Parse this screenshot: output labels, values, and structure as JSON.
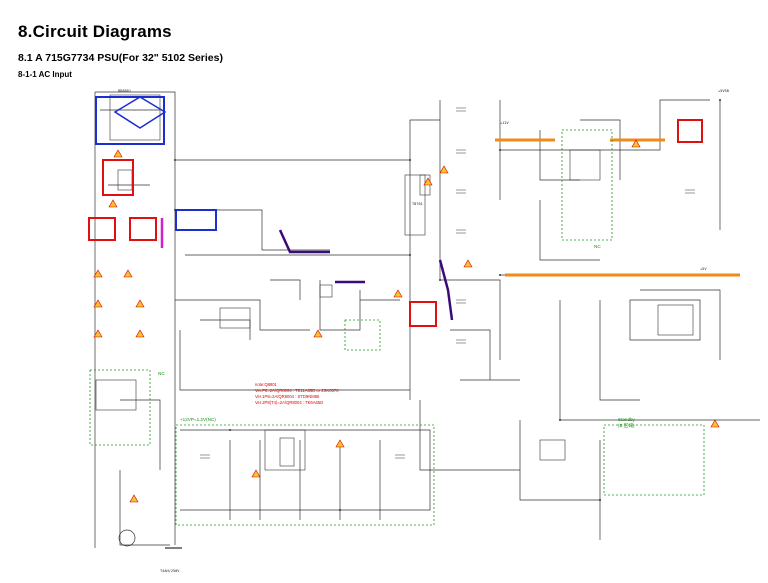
{
  "header": {
    "title": "8.Circuit Diagrams",
    "subtitle": "8.1 A 715G7734 PSU(For 32\" 5102 Series)",
    "section": "8-1-1 AC Input"
  },
  "annotations": {
    "nc_left": "NC",
    "nc_mid": "NC",
    "standby_title": "Standby",
    "standby_sub": "(B 区域)",
    "power_12v": "+12VP=1.2V(NC)",
    "note_title": "note:Q8801",
    "note_l1": "Ver.P8=2A/QR8004 : TE11A65D or 2SK0670",
    "note_l2": "Ver.1P8=2A/QR8004 : STD9NM65",
    "note_l3": "Ver.2P8(T4)=2A/QR8004 : TK6A65D",
    "fuse_rating": "T4AH/250V",
    "plus12v": "+12V",
    "plus5v": "+5V",
    "vout": "+5VSB",
    "transformer": "T8701",
    "bridge": "BD8801"
  },
  "colors": {
    "wire": "#333333",
    "accent_red": "#e01010",
    "accent_blue": "#1a2fd0",
    "accent_orange": "#f08a1a",
    "accent_purple": "#3a0a7a",
    "accent_magenta": "#d020d0",
    "green_dash": "#1a9a1a"
  }
}
